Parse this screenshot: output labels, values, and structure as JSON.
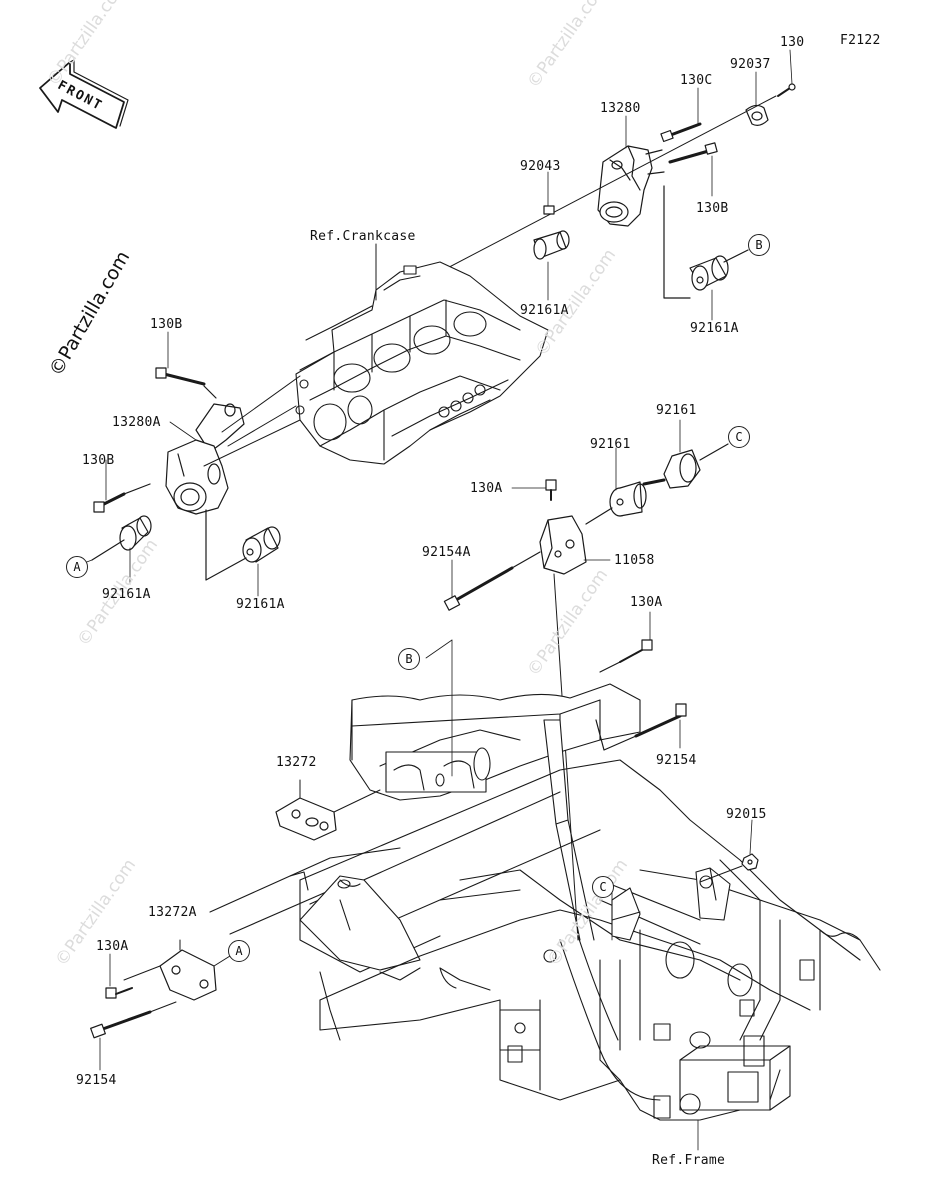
{
  "figure_code": "F2122",
  "front_label": "FRONT",
  "watermark": "©Partzilla.com",
  "labels": {
    "p130": "130",
    "p92037": "92037",
    "p130C": "130C",
    "p13280": "13280",
    "p92043": "92043",
    "p130B_top": "130B",
    "ref_crankcase": "Ref.Crankcase",
    "p92161A_1": "92161A",
    "p92161A_2": "92161A",
    "p130B_left1": "130B",
    "p13280A": "13280A",
    "p130B_left2": "130B",
    "p92161A_3": "92161A",
    "p92161A_4": "92161A",
    "p92161_1": "92161",
    "p92161_2": "92161",
    "p130A_1": "130A",
    "p92154A": "92154A",
    "p11058": "11058",
    "p130A_2": "130A",
    "p92154_1": "92154",
    "p13272": "13272",
    "p92015": "92015",
    "p13272A": "13272A",
    "p130A_3": "130A",
    "p92154_2": "92154",
    "ref_frame": "Ref.Frame"
  },
  "callouts": {
    "A1": "A",
    "A2": "A",
    "B1": "B",
    "B2": "B",
    "C1": "C",
    "C2": "C"
  }
}
